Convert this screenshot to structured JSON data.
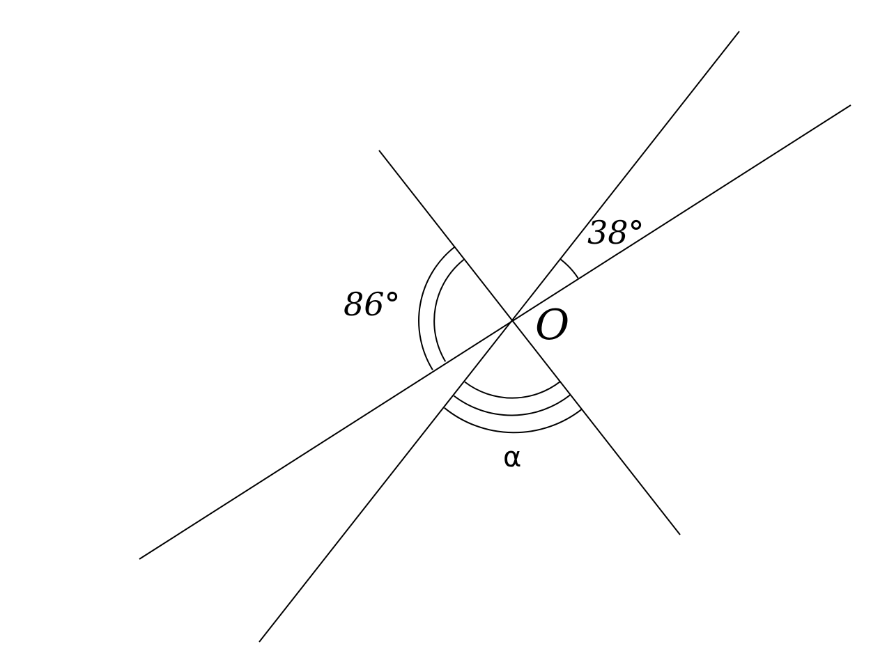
{
  "diagram": {
    "point_label": "O",
    "angles": {
      "top_right": "38°",
      "left": "86°",
      "bottom": "α"
    }
  }
}
